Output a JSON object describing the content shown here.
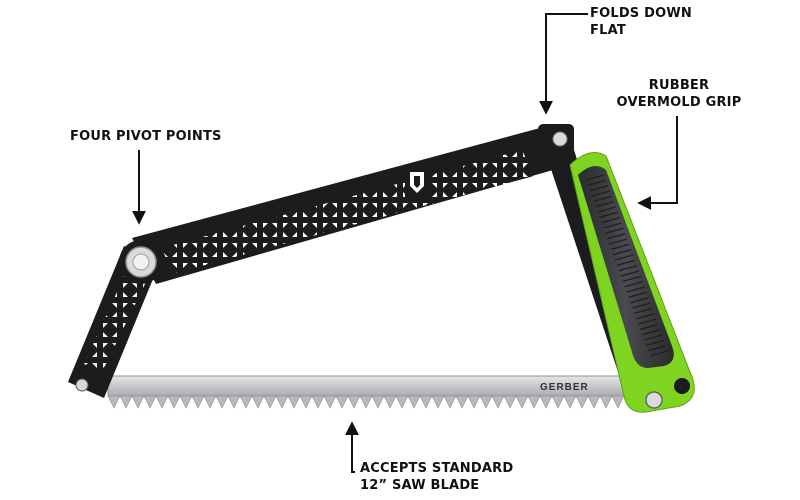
{
  "callouts": {
    "folds": {
      "line1": "FOLDS DOWN",
      "line2": "FLAT"
    },
    "rubber": {
      "line1": "RUBBER",
      "line2": "OVERMOLD GRIP"
    },
    "pivot": {
      "line1": "FOUR PIVOT POINTS"
    },
    "blade": {
      "line1": "ACCEPTS STANDARD",
      "line2": "12” SAW BLADE"
    }
  },
  "blade_brand": "GERBER",
  "colors": {
    "frame": "#1b1c1e",
    "frame_cutout": "#ffffff",
    "grip_accent": "#7fd321",
    "grip_rubber": "#3a3b3d",
    "blade": "#c9cacc",
    "arrow": "#111111"
  },
  "icons": {
    "emblem": "gerber-shield-icon",
    "pivot": "pivot-bolt-icon"
  }
}
